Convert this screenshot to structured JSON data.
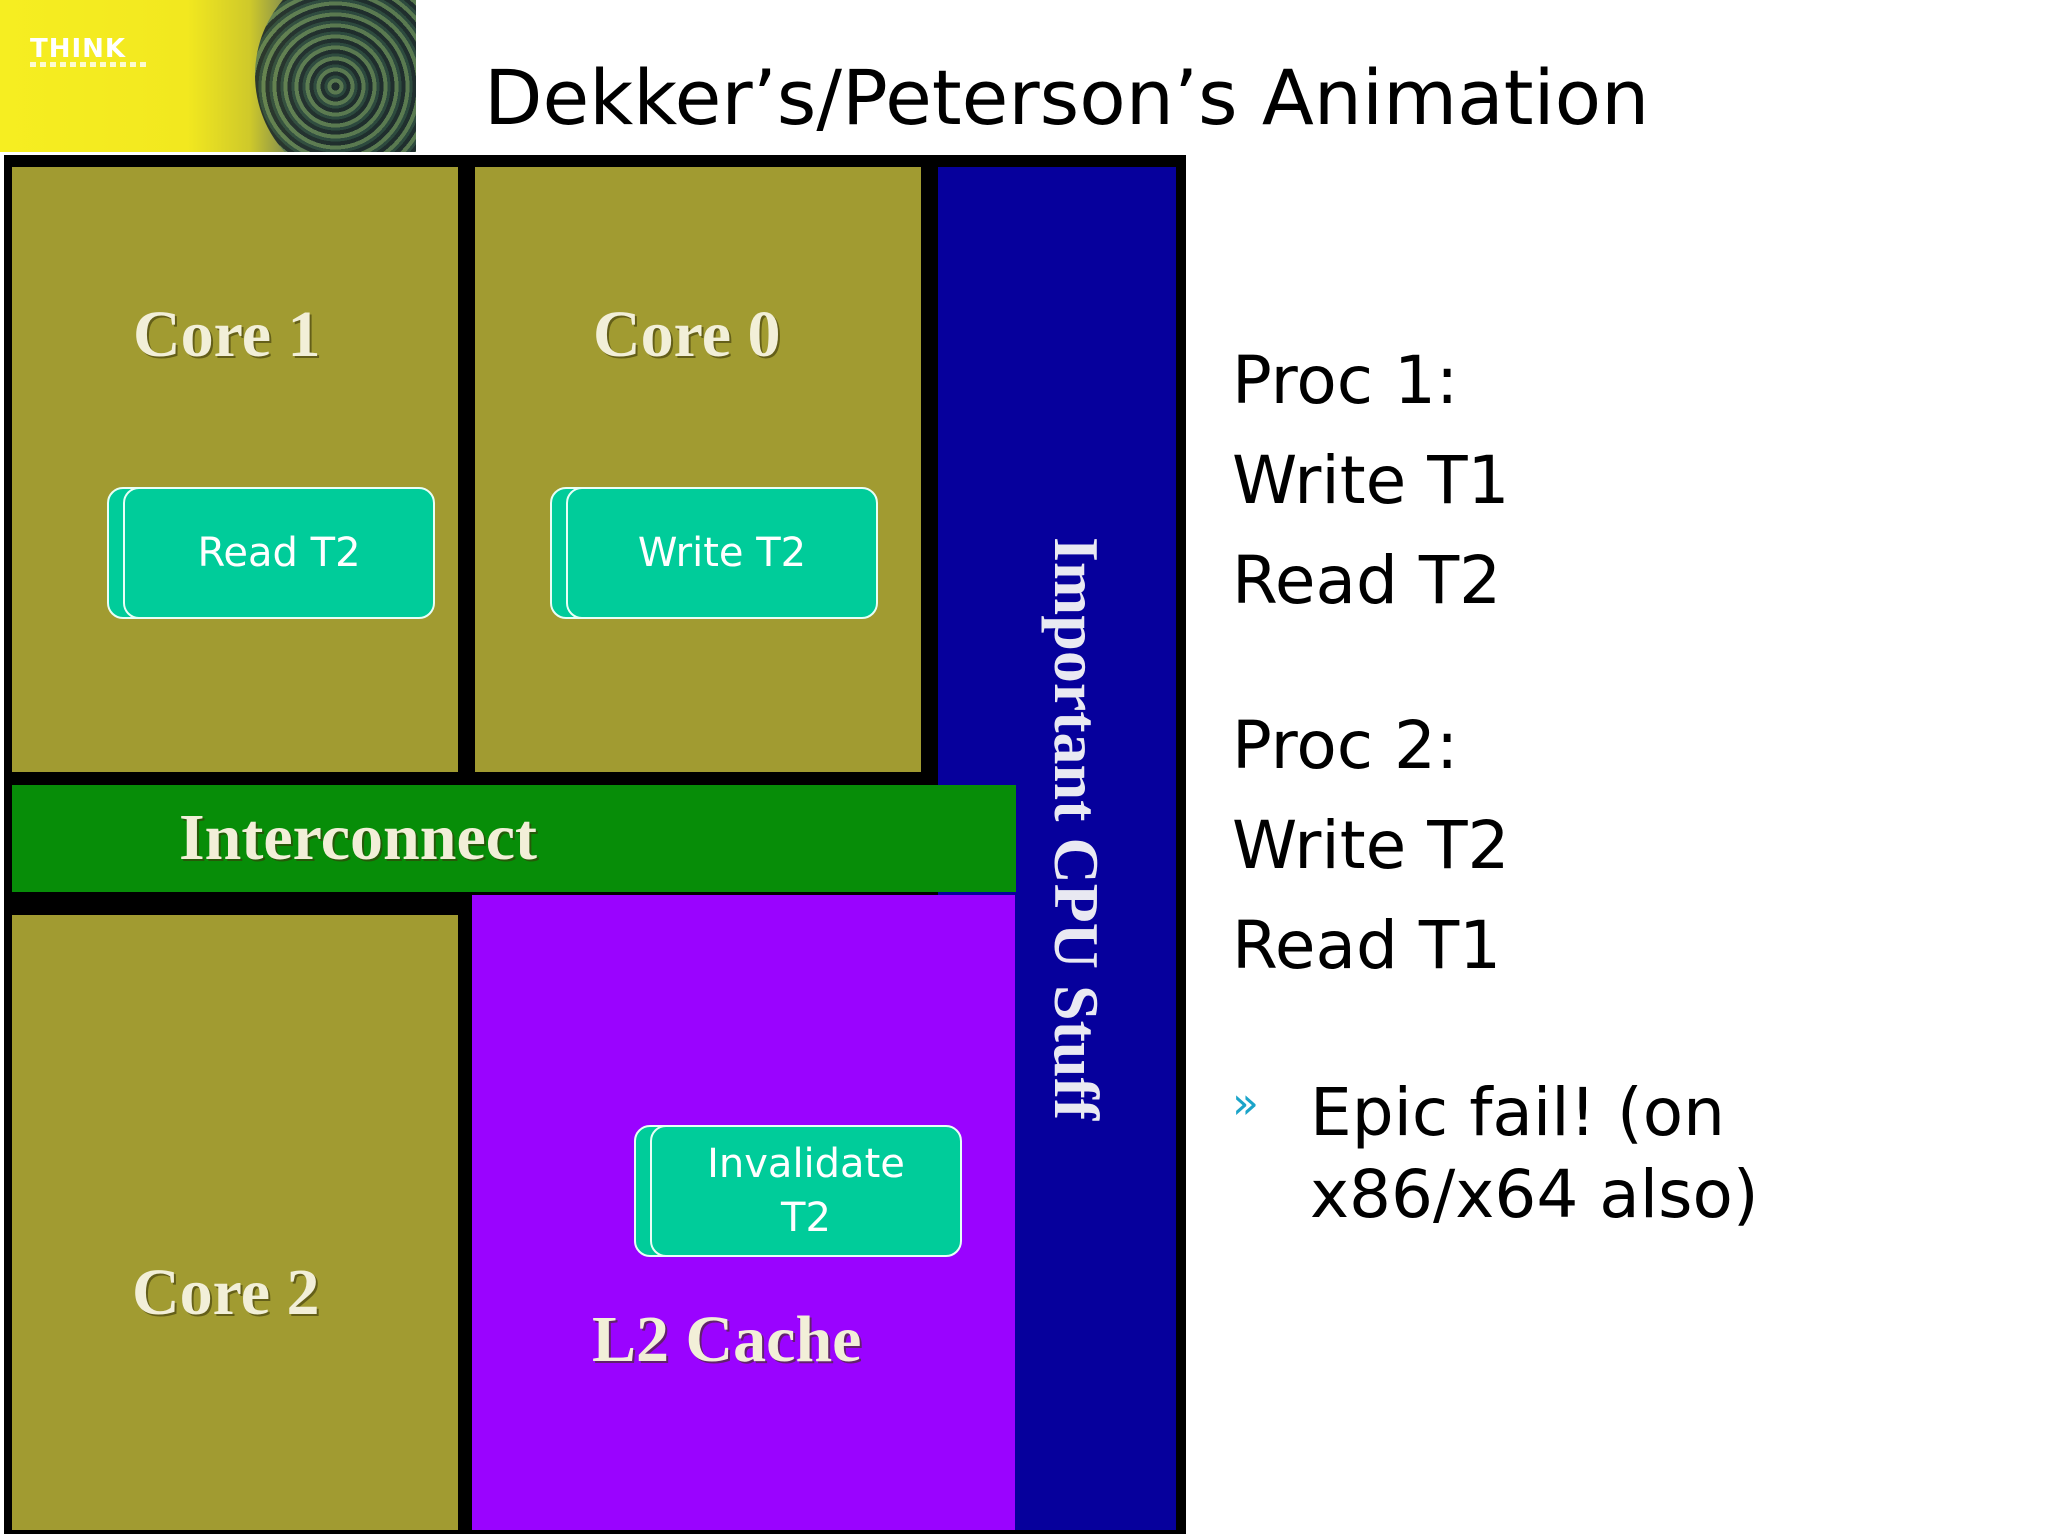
{
  "slide": {
    "logo_text": "THINK",
    "title": "Dekker’s/Peterson’s Animation"
  },
  "diagram": {
    "core1_label": "Core 1",
    "core0_label": "Core 0",
    "core2_label": "Core 2",
    "interconnect_label": "Interconnect",
    "l2_label": "L2 Cache",
    "cpu_stuff_label": "Important CPU Stuff",
    "core1_op": "Read T2",
    "core0_op": "Write T2",
    "l2_op": "Invalidate T2"
  },
  "sidebar": {
    "proc1_heading": "Proc 1:",
    "proc1_line1": "Write T1",
    "proc1_line2": "Read T2",
    "proc2_heading": "Proc 2:",
    "proc2_line1": "Write T2",
    "proc2_line2": "Read T1",
    "bullet_marker": "»",
    "bullet_text": "Epic fail! (on x86/x64 also)"
  },
  "colors": {
    "core": "#a19b31",
    "interconnect": "#078d08",
    "l2_cache": "#9a03ff",
    "cpu_stuff": "#06009c",
    "op_box": "#00cc9a",
    "bullet": "#1ba4c9"
  }
}
